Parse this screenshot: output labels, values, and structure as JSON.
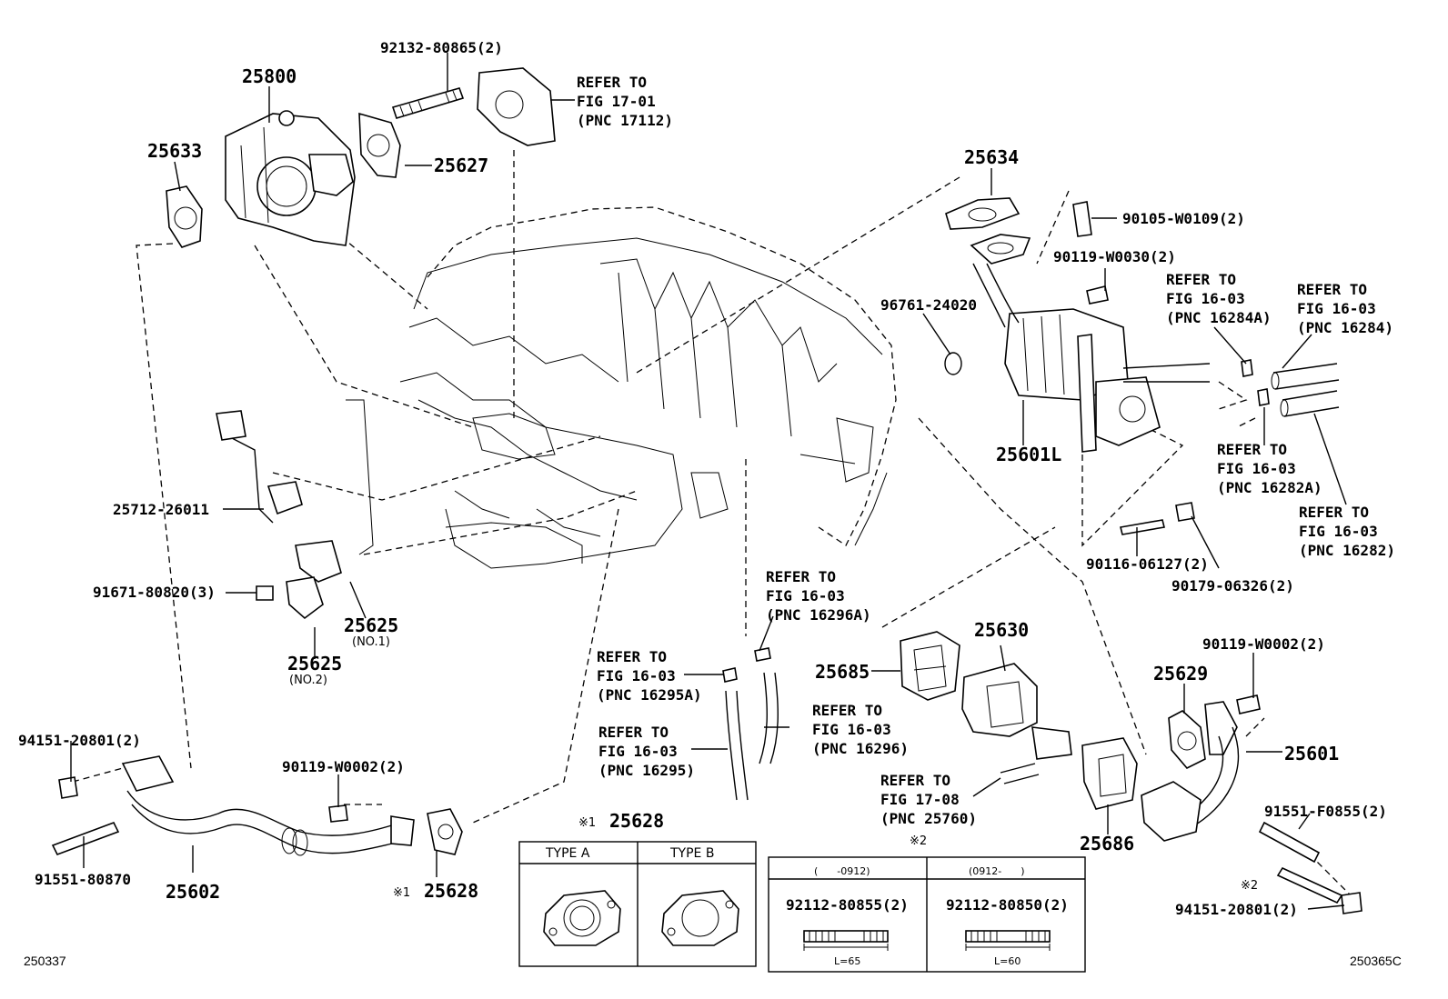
{
  "parts": {
    "p25800": "25800",
    "p92132": "92132-80865(2)",
    "p25627": "25627",
    "p25633": "25633",
    "p25634": "25634",
    "p90105": "90105-W0109(2)",
    "p90119a": "90119-W0030(2)",
    "p96761": "96761-24020",
    "p25601L": "25601L",
    "p90116": "90116-06127(2)",
    "p90179": "90179-06326(2)",
    "p25712": "25712-26011",
    "p91671": "91671-80820(3)",
    "p25625a": "25625",
    "p25625a_sub": "(NO.1)",
    "p25625b": "25625",
    "p25625b_sub": "(NO.2)",
    "p94151a": "94151-20801(2)",
    "p91551a": "91551-80870",
    "p25602": "25602",
    "p90119b": "90119-W0002(2)",
    "p25628": "25628",
    "p25628_mark": "※1",
    "p25685": "25685",
    "p25630": "25630",
    "p25686": "25686",
    "p25629": "25629",
    "p90119c": "90119-W0002(2)",
    "p25601": "25601",
    "p91551b": "91551-F0855(2)",
    "p94151b": "94151-20801(2)",
    "mark2": "※2"
  },
  "refs": {
    "r17112": [
      "REFER TO",
      "FIG 17-01",
      "(PNC 17112)"
    ],
    "r16284A": [
      "REFER TO",
      "FIG 16-03",
      "(PNC 16284A)"
    ],
    "r16284": [
      "REFER TO",
      "FIG 16-03",
      "(PNC 16284)"
    ],
    "r16282A": [
      "REFER TO",
      "FIG 16-03",
      "(PNC 16282A)"
    ],
    "r16282": [
      "REFER TO",
      "FIG 16-03",
      "(PNC 16282)"
    ],
    "r16296A": [
      "REFER TO",
      "FIG 16-03",
      "(PNC 16296A)"
    ],
    "r16295A": [
      "REFER TO",
      "FIG 16-03",
      "(PNC 16295A)"
    ],
    "r16295": [
      "REFER TO",
      "FIG 16-03",
      "(PNC 16295)"
    ],
    "r16296": [
      "REFER TO",
      "FIG 16-03",
      "(PNC 16296)"
    ],
    "r25760": [
      "REFER TO",
      "FIG 17-08",
      "(PNC 25760)"
    ]
  },
  "table1": {
    "title_mark": "※1",
    "title": "25628",
    "col_a": "TYPE A",
    "col_b": "TYPE B"
  },
  "table2": {
    "title_mark": "※2",
    "col_a": "(      -0912)",
    "col_b": "(0912-      )",
    "part_a": "92112-80855(2)",
    "part_b": "92112-80850(2)",
    "len_a": "L=65",
    "len_b": "L=60"
  },
  "footer": {
    "left": "250337",
    "right": "250365C"
  }
}
